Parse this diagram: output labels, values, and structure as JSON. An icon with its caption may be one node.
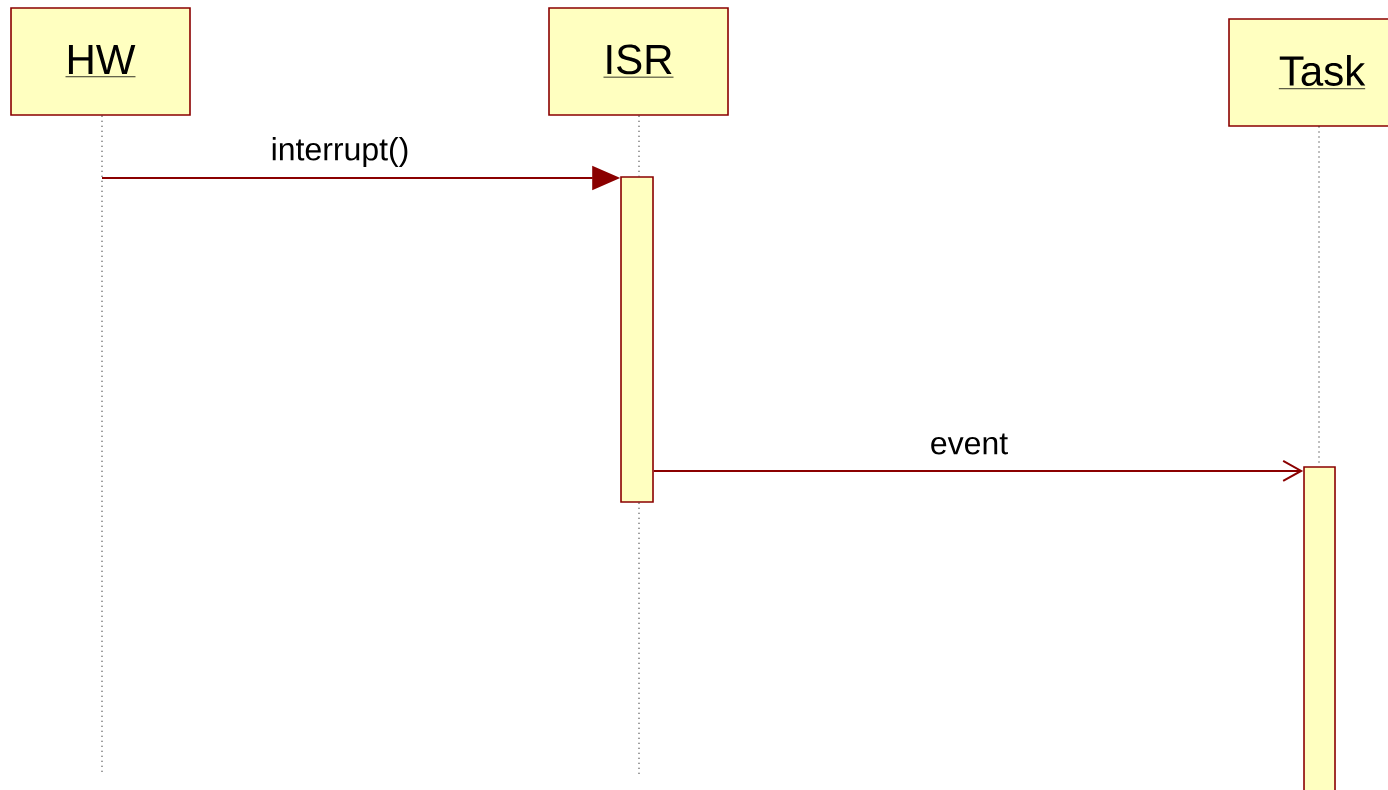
{
  "diagram": {
    "nodes": [
      {
        "text": [
          "HW"
        ]
      },
      {
        "text": [
          "ISR"
        ]
      },
      {
        "text": [
          "Task"
        ]
      },
      {
        "text": [],
        "shape": "bar"
      },
      {
        "text": [],
        "shape": "bar"
      }
    ],
    "edges": [
      {
        "from": null,
        "to": 3,
        "arrow": "to",
        "label": "interrupt()",
        "color": "#8b0000"
      },
      {
        "from": 3,
        "to": 4,
        "arrow": "to",
        "label": "event",
        "color": "#8b0000"
      },
      {
        "from": 0,
        "to": null,
        "arrow": "none",
        "style": "dashed"
      },
      {
        "from": 1,
        "to": 3,
        "arrow": "none",
        "style": "dashed"
      },
      {
        "from": 3,
        "to": null,
        "arrow": "none",
        "style": "dashed"
      },
      {
        "from": 2,
        "to": 4,
        "arrow": "none",
        "style": "dashed"
      }
    ]
  }
}
